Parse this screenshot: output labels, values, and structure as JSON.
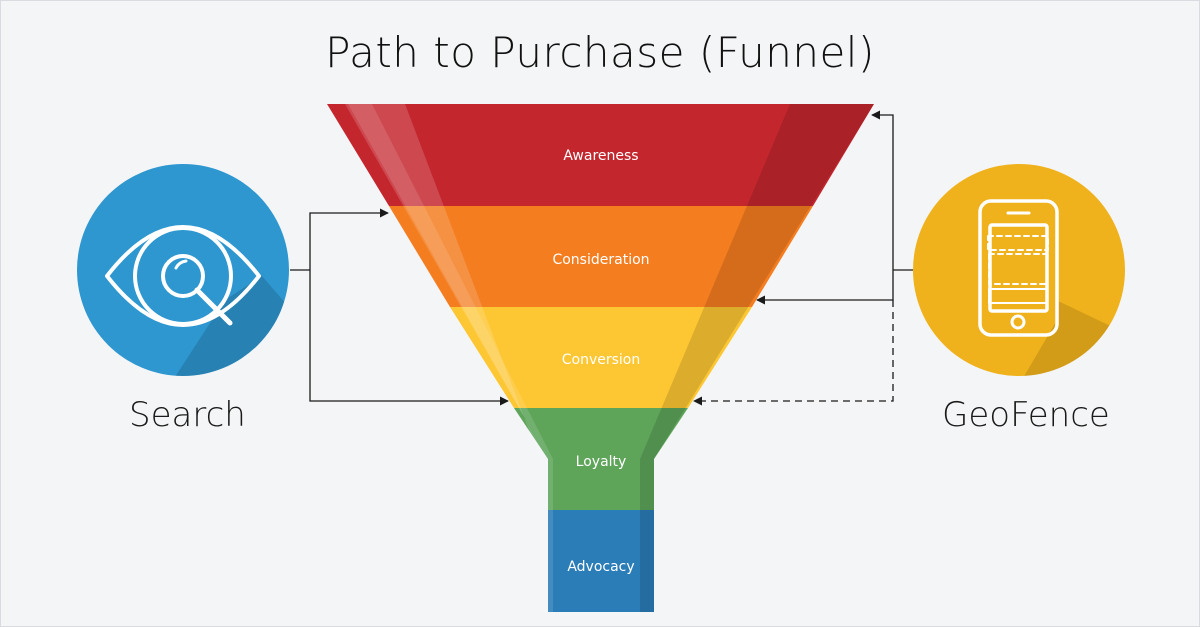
{
  "title": "Path to Purchase (Funnel)",
  "stages": [
    {
      "label": "Awareness",
      "color": "#c4262e"
    },
    {
      "label": "Consideration",
      "color": "#f47d20"
    },
    {
      "label": "Conversion",
      "color": "#fdc633"
    },
    {
      "label": "Loyalty",
      "color": "#5ea55a"
    },
    {
      "label": "Advocacy",
      "color": "#2b7db8"
    }
  ],
  "left_source": {
    "label": "Search",
    "icon": "eye-search-icon",
    "color": "#2e97d0"
  },
  "right_source": {
    "label": "GeoFence",
    "icon": "mobile-phone-icon",
    "color": "#f0b21c"
  }
}
